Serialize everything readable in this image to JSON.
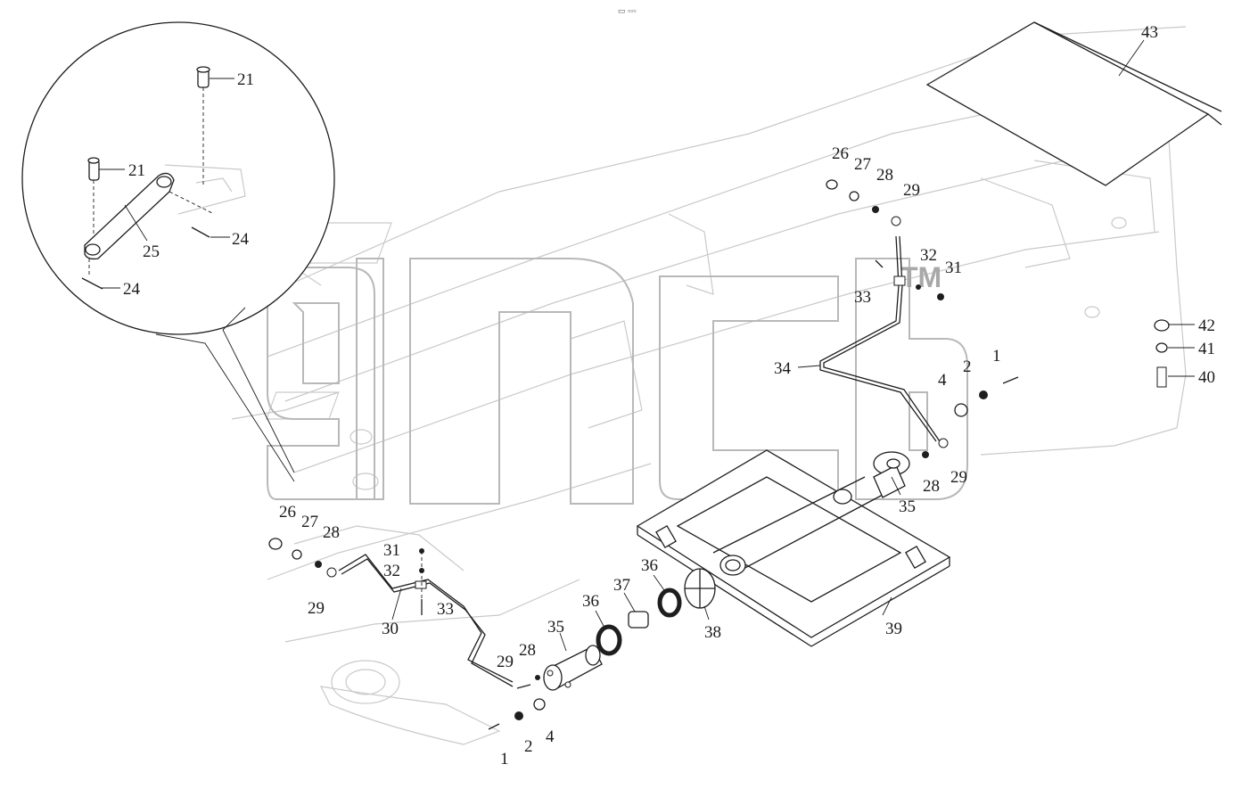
{
  "header": {
    "mark": "▭ ▫▫▫"
  },
  "callouts": {
    "c1a": "1",
    "c1b": "1",
    "c2a": "2",
    "c2b": "2",
    "c4a": "4",
    "c4b": "4",
    "c21a": "21",
    "c21b": "21",
    "c24a": "24",
    "c24b": "24",
    "c25": "25",
    "c26a": "26",
    "c26b": "26",
    "c27a": "27",
    "c27b": "27",
    "c28a": "28",
    "c28b": "28",
    "c28c": "28",
    "c28d": "28",
    "c29a": "29",
    "c29b": "29",
    "c29c": "29",
    "c29d": "29",
    "c30": "30",
    "c31a": "31",
    "c31b": "31",
    "c32a": "32",
    "c32b": "32",
    "c33a": "33",
    "c33b": "33",
    "c34": "34",
    "c35a": "35",
    "c35b": "35",
    "c36a": "36",
    "c36b": "36",
    "c37": "37",
    "c38": "38",
    "c39": "39",
    "c40": "40",
    "c41": "41",
    "c42": "42",
    "c43": "43"
  },
  "watermark": {
    "trademark": "TM"
  }
}
